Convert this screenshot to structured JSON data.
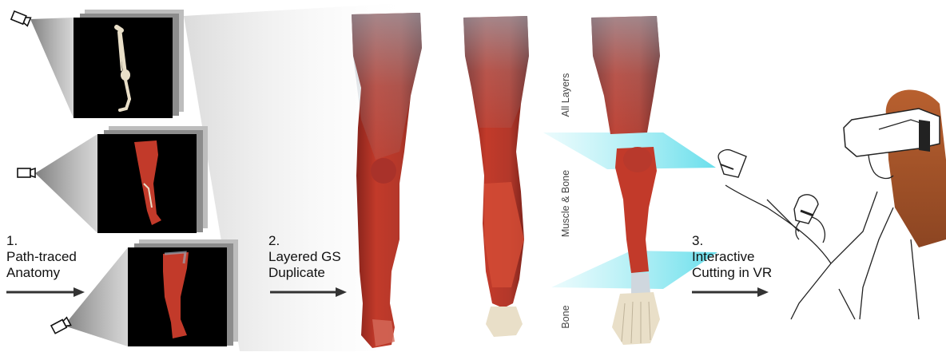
{
  "steps": [
    {
      "number": "1.",
      "line1": "Path-traced",
      "line2": "Anatomy"
    },
    {
      "number": "2.",
      "line1": "Layered GS",
      "line2": "Duplicate"
    },
    {
      "number": "3.",
      "line1": "Interactive",
      "line2": "Cutting in VR"
    }
  ],
  "layers": {
    "all": "All Layers",
    "muscle_bone": "Muscle & Bone",
    "bone": "Bone"
  },
  "colors": {
    "muscle": "#c23a2a",
    "muscle_dark": "#7a1e18",
    "fascia": "#9aa7b3",
    "bone": "#e9dfc8",
    "cut_plane": "#7fe6f0",
    "panel": "#000000",
    "arrow": "#333333",
    "hair": "#a8552b"
  },
  "icons": [
    "camera-icon",
    "arrow-right-icon",
    "vr-headset-icon",
    "vr-controller-icon"
  ]
}
